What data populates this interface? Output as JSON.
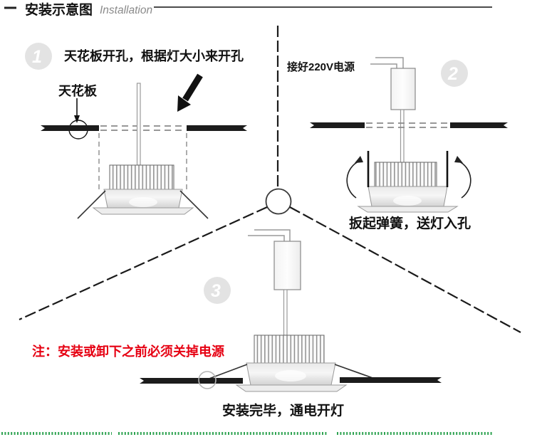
{
  "header": {
    "title": "安装示意图",
    "subtitle": "Installation"
  },
  "colors": {
    "note_red": "#e60012",
    "footer_green": "#2fa352",
    "badge_gray": "#e3e3e3",
    "badge_number_white": "#ffffff",
    "ink": "#1a1a1a",
    "wire_gray": "#9a9a9a"
  },
  "steps": {
    "step1": {
      "number": "1",
      "caption": "天花板开孔，根据灯大小来开孔",
      "ceiling_label": "天花板"
    },
    "step2": {
      "number": "2",
      "power_label": "接好220V电源",
      "caption": "扳起弹簧，送灯入孔"
    },
    "step3": {
      "number": "3",
      "note": "注：安装或卸下之前必须关掉电源",
      "caption": "安装完毕，通电开灯"
    }
  }
}
